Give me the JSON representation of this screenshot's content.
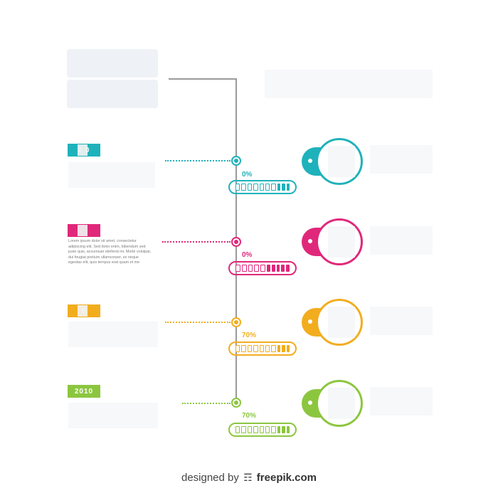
{
  "colors": {
    "teal": "#1fb2bb",
    "magenta": "#e0287a",
    "orange": "#f2ad1f",
    "green": "#8cc63f",
    "line": "#9a9a9a"
  },
  "items": [
    {
      "key": "teal",
      "year": "2 0",
      "percent_label": "0%",
      "progress_fraction": 0.7,
      "icon": "photo-icon"
    },
    {
      "key": "magenta",
      "year": "",
      "percent_label": "0%",
      "progress_fraction": 0.5,
      "icon": "magnifier-icon",
      "body_text": "Lorem ipsum dolor sit amet, consectetur\nadipiscing elit. Sed dolor enim, bibendum sed\njusto quis, accumsan eleifend mi. Morbi volutpat,\ndui feugiat pretium ullamcorper, ex neque\negestas elit, quis tempus erat quam et me"
    },
    {
      "key": "orange",
      "year": "0",
      "percent_label": "70%",
      "progress_fraction": 0.7,
      "icon": "lightbulb-icon"
    },
    {
      "key": "green",
      "year": "2010",
      "percent_label": "70%",
      "progress_fraction": 0.7,
      "icon": "cart-icon"
    }
  ],
  "footer": {
    "prefix": "designed by",
    "brand": "freepik.com",
    "icon": "freepik-logo-icon"
  }
}
